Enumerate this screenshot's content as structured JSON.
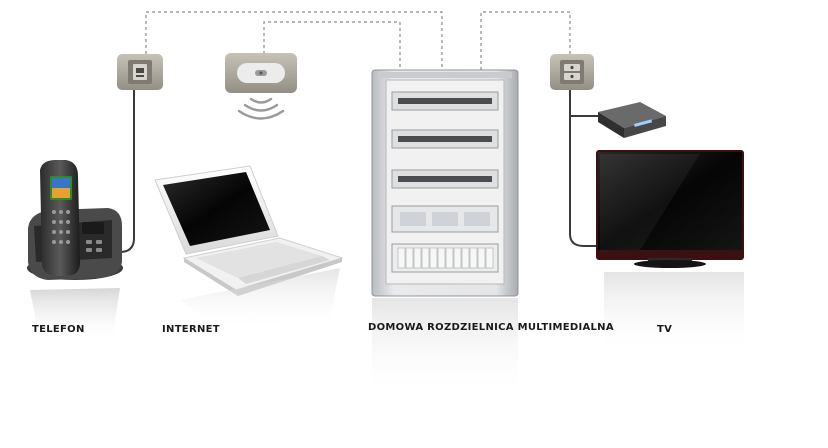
{
  "labels": {
    "phone": "TELEFON",
    "internet": "INTERNET",
    "cabinet": "DOMOWA ROZDZIELNICA MULTIMEDIALNA",
    "tv": "TV"
  },
  "colors": {
    "background": "#ffffff",
    "dashed_cable": "#8a8a8a",
    "solid_cable": "#3a3a3a",
    "wall_plate": "#a9a59c",
    "cabinet": "#dcdcdc",
    "screen": "#0b0b0b",
    "tv_frame": "#3a1010"
  },
  "icons": [
    "phone-socket-icon",
    "wifi-access-point-icon",
    "tv-socket-icon",
    "wifi-waves-icon"
  ]
}
